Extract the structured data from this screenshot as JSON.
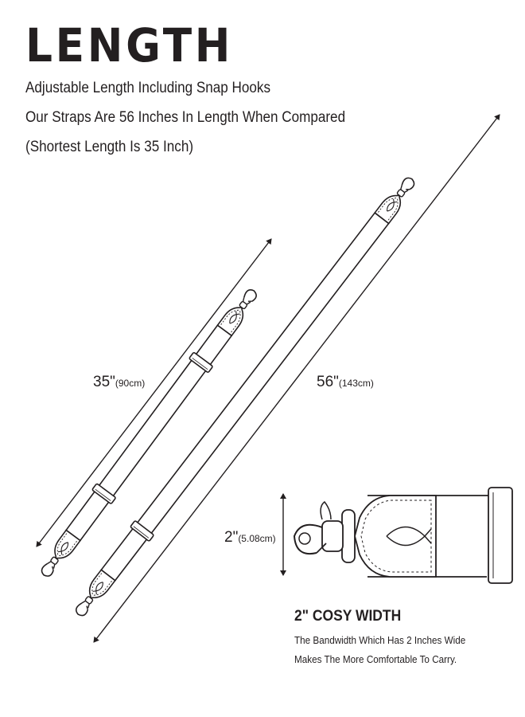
{
  "title": "LENGTH",
  "description": [
    "Adjustable Length Including Snap Hooks",
    "Our Straps Are 56 Inches In Length When Compared",
    "(Shortest Length Is 35 Inch)"
  ],
  "dimensions": {
    "short": {
      "value": "35\"",
      "metric": "(90cm)"
    },
    "long": {
      "value": "56\"",
      "metric": "(143cm)"
    },
    "width": {
      "value": "2\"",
      "metric": "(5.08cm)"
    }
  },
  "width_feature": {
    "title": "2\" COSY WIDTH",
    "lines": [
      "The Bandwidth Which Has 2 Inches Wide",
      "Makes The More Comfortable To Carry."
    ]
  },
  "colors": {
    "ink": "#231f20",
    "background": "#ffffff"
  },
  "icons": [
    "snap-hook-icon",
    "fish-stitch-icon",
    "slider-buckle-icon",
    "double-arrow-icon"
  ]
}
